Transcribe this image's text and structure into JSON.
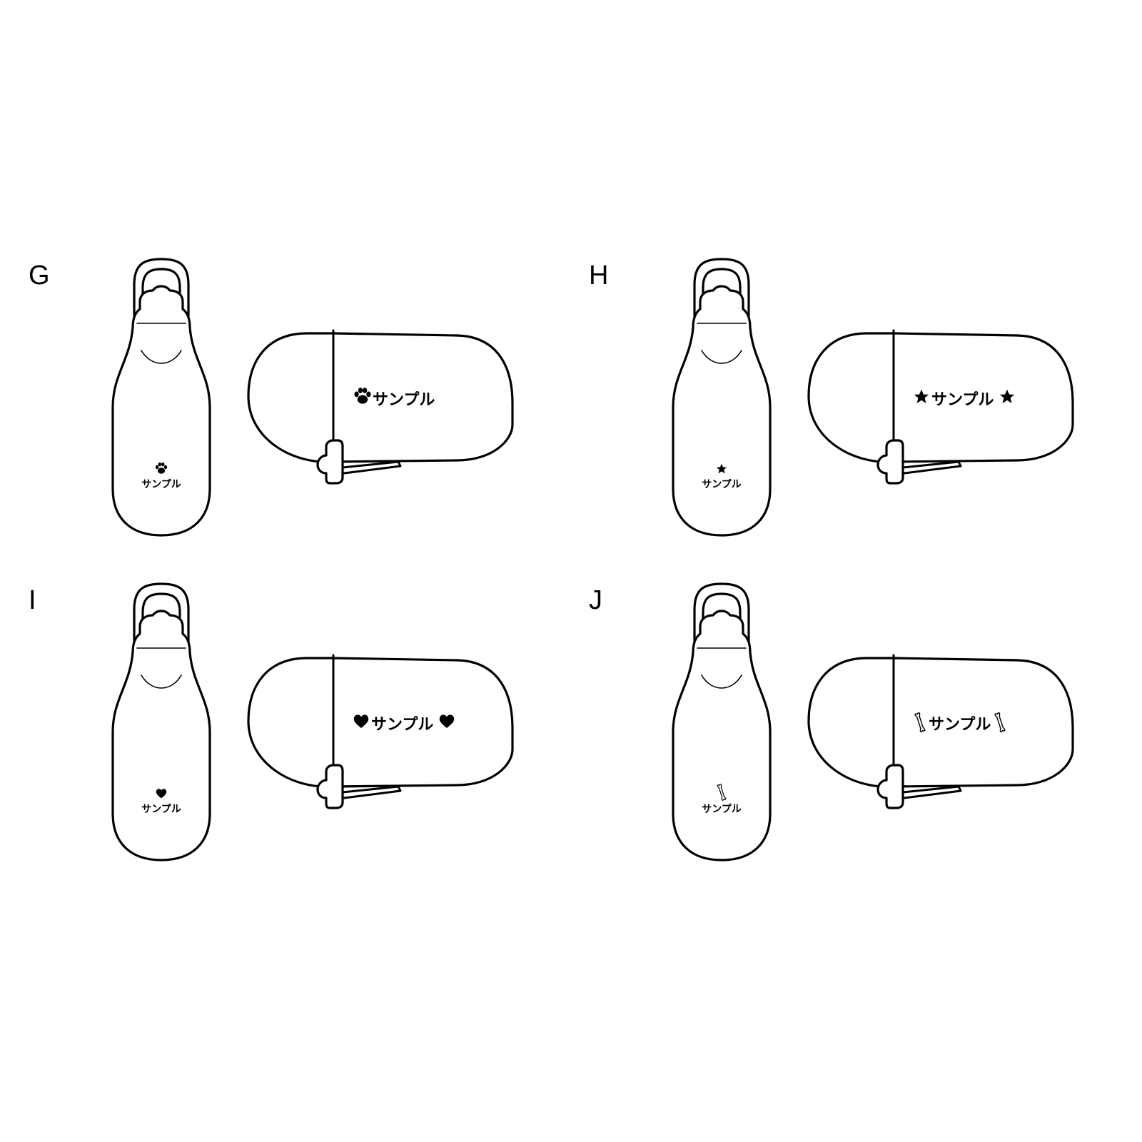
{
  "variants": [
    {
      "letter": "G",
      "motif": "paw-icon",
      "bottle_text": "サンプル",
      "case_text": "サンプル",
      "case_motif_both_sides": false
    },
    {
      "letter": "H",
      "motif": "star-icon",
      "bottle_text": "サンプル",
      "case_text": "サンプル",
      "case_motif_both_sides": true
    },
    {
      "letter": "I",
      "motif": "heart-icon",
      "bottle_text": "サンプル",
      "case_text": "サンプル",
      "case_motif_both_sides": true
    },
    {
      "letter": "J",
      "motif": "bone-icon",
      "bottle_text": "サンプル",
      "case_text": "サンプル",
      "case_motif_both_sides": true
    }
  ],
  "colors": {
    "outline": "#000000",
    "background": "#ffffff"
  }
}
